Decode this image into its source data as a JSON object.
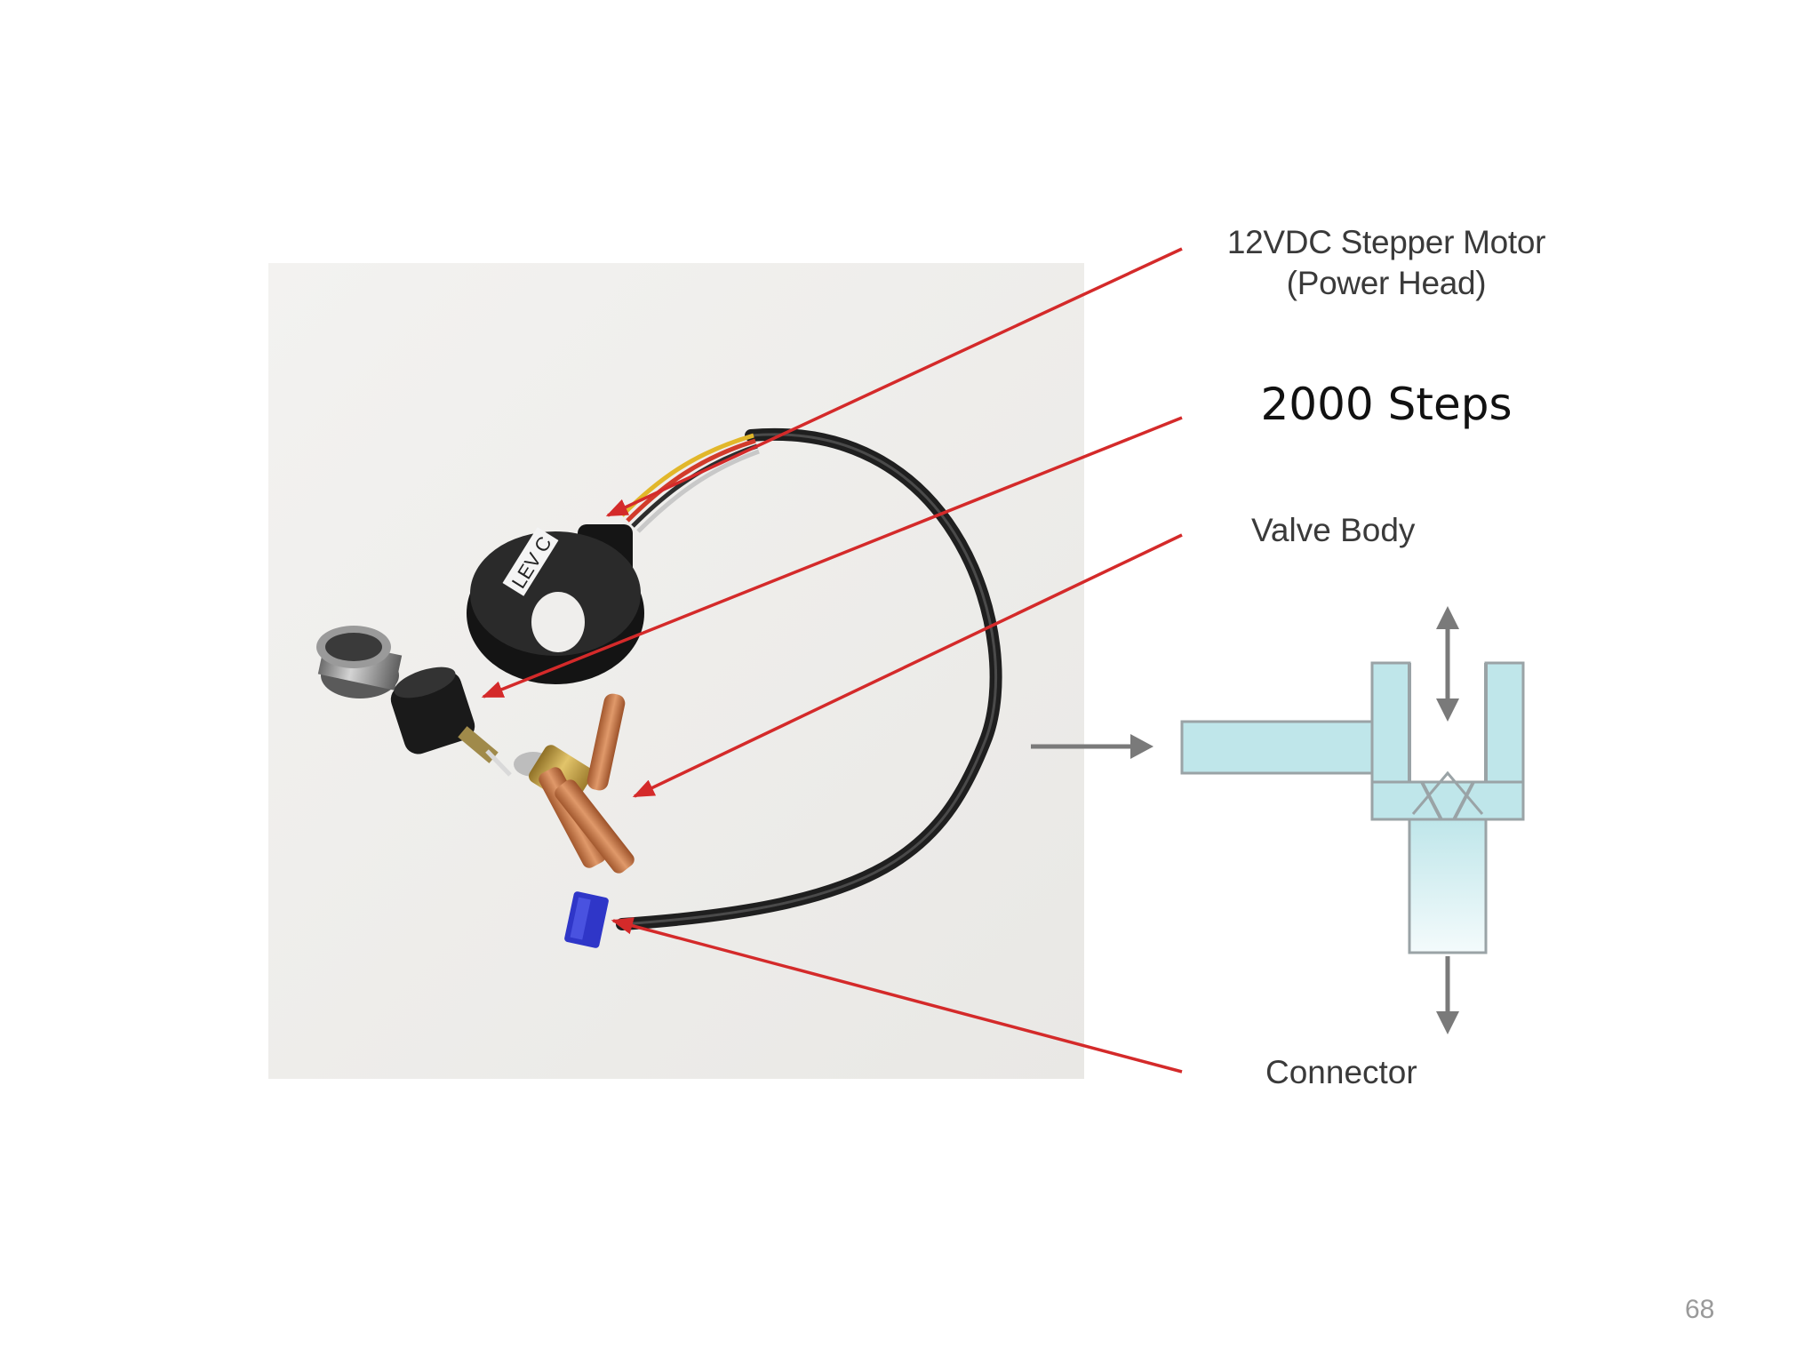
{
  "labels": {
    "motor_line1": "12VDC Stepper Motor",
    "motor_line2": "(Power Head)",
    "steps": "2000 Steps",
    "valve_body": "Valve Body",
    "connector": "Connector"
  },
  "photo": {
    "coil_marking": "LEV C"
  },
  "page_number": "68",
  "colors": {
    "callout_line": "#d42a2a",
    "valve_fill": "#bfe6ea",
    "flow_arrow": "#7a7a7a",
    "cable": "#1f1f1f",
    "brass": "#c9a545",
    "copper": "#c87a4c"
  }
}
